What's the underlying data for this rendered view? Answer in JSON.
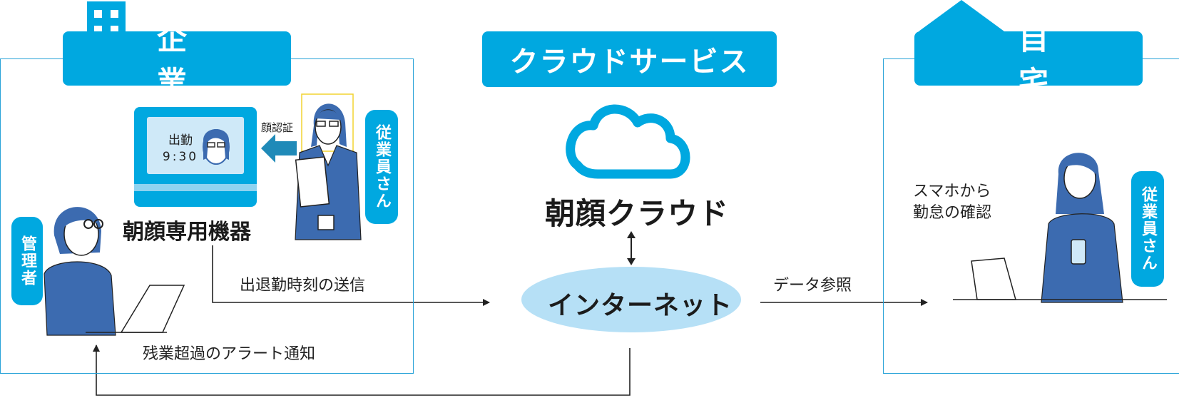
{
  "colors": {
    "accent": "#00a8e0",
    "line": "#29a3d8",
    "internet_fill": "#b6e0f6",
    "figure": "#3c6bb0",
    "device_screen": "#cfe9f8"
  },
  "company": {
    "title": "企 業"
  },
  "cloud_service": {
    "title": "クラウドサービス",
    "cloud_name": "朝顔クラウド",
    "internet": "インターネット"
  },
  "home": {
    "title": "自 宅"
  },
  "device": {
    "screen_line1": "出勤",
    "screen_line2": "9:30",
    "name": "朝顔専用機器",
    "face_auth": "顔認証"
  },
  "badges": {
    "employee": "従業員さん",
    "admin": "管理者",
    "employee_home": "従業員さん"
  },
  "flows": {
    "send_clock": "出退勤時刻の送信",
    "overtime_alert": "残業超過のアラート通知",
    "data_ref": "データ参照",
    "phone_check_line1": "スマホから",
    "phone_check_line2": "勤怠の確認"
  },
  "icons": [
    "office-building-icon",
    "house-icon",
    "cloud-icon",
    "arrow-left-icon",
    "double-arrow-icon"
  ]
}
